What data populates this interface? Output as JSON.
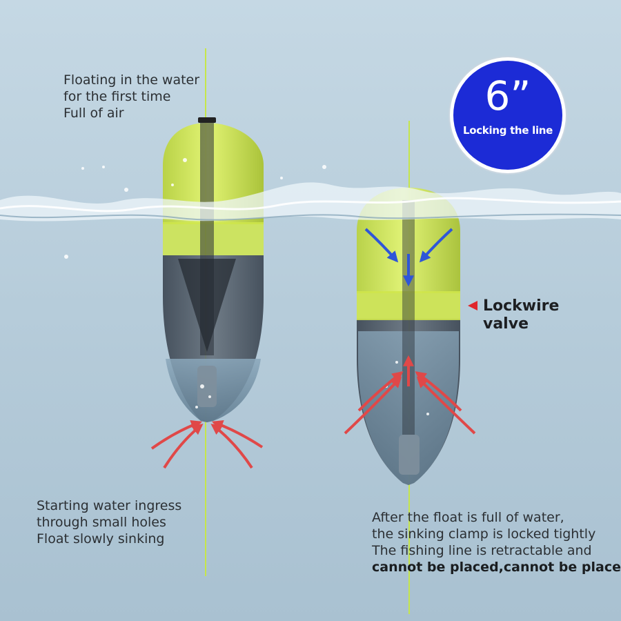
{
  "badge": {
    "number": "6”",
    "caption": "Locking the line",
    "color": "#1c2bd6"
  },
  "notes": {
    "top_left": [
      "Floating in the water",
      "for the first time",
      "Full of air"
    ],
    "bottom_left": [
      "Starting water ingress",
      "through small holes",
      "Float slowly sinking"
    ],
    "bottom_right": [
      "After the float is full of water,",
      "the sinking clamp is locked tightly",
      "The fishing line is retractable and"
    ],
    "bottom_right_bold": "cannot be placed,cannot be placed"
  },
  "lockwire_label": [
    "Lockwire",
    "valve"
  ],
  "colors": {
    "water": "#b9cfdc",
    "float_top": "#d9ef4a",
    "float_body": "#4b5560",
    "line": "#c6e64a",
    "arrow_in": "#e04848",
    "arrow_down": "#2f56d8",
    "pointer": "#e0262b"
  }
}
